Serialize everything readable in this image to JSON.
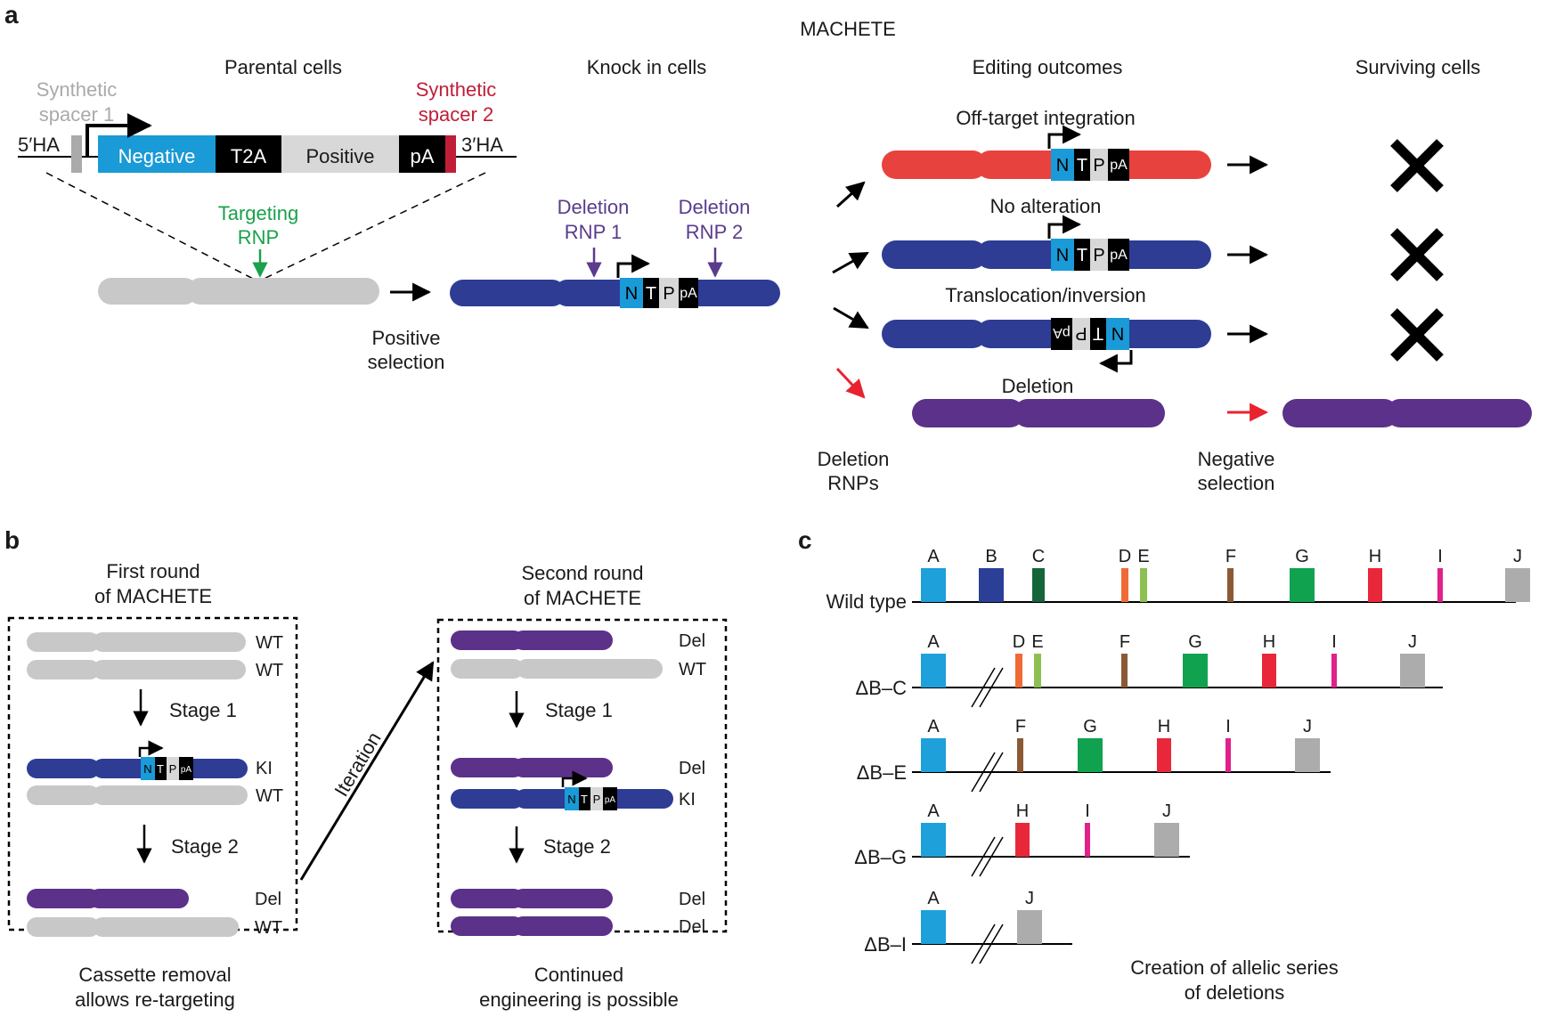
{
  "colors": {
    "gray": "#c8c8c8",
    "blue": "#2e3c94",
    "purple": "#5c3189",
    "red": "#e8423f",
    "cyan": "#1a9ad6",
    "green": "#1aa14a",
    "crimson": "#c01e37",
    "violet": "#5a3b8c"
  },
  "panel_a": {
    "letter": "a",
    "title": "MACHETE",
    "parental_cells": "Parental cells",
    "knock_in_cells": "Knock in cells",
    "editing_outcomes": "Editing outcomes",
    "surviving_cells": "Surviving cells",
    "synthetic_spacer_1": [
      "Synthetic",
      "spacer 1"
    ],
    "synthetic_spacer_2": [
      "Synthetic",
      "spacer 2"
    ],
    "ha5": "5′HA",
    "ha3": "3′HA",
    "negative": "Negative",
    "t2a": "T2A",
    "positive": "Positive",
    "pa": "pA",
    "targeting_rnp": [
      "Targeting",
      "RNP"
    ],
    "deletion_rnp_1": [
      "Deletion",
      "RNP 1"
    ],
    "deletion_rnp_2": [
      "Deletion",
      "RNP 2"
    ],
    "positive_selection": [
      "Positive",
      "selection"
    ],
    "off_target": "Off-target integration",
    "no_alteration": "No alteration",
    "translocation": "Translocation/inversion",
    "deletion": "Deletion",
    "deletion_rnps": [
      "Deletion",
      "RNPs"
    ],
    "negative_selection": [
      "Negative",
      "selection"
    ],
    "cassette_letters": [
      "N",
      "T",
      "P",
      "pA"
    ]
  },
  "panel_b": {
    "letter": "b",
    "first_round": [
      "First round",
      "of MACHETE"
    ],
    "second_round": [
      "Second round",
      "of MACHETE"
    ],
    "stage_1": "Stage 1",
    "stage_2": "Stage 2",
    "iteration": "Iteration",
    "wt": "WT",
    "ki": "KI",
    "del": "Del",
    "caption_left": [
      "Cassette removal",
      "allows re-targeting"
    ],
    "caption_right": [
      "Continued",
      "engineering is possible"
    ]
  },
  "panel_c": {
    "letter": "c",
    "caption": [
      "Creation of allelic series",
      "of deletions"
    ],
    "rows": [
      {
        "label": "Wild type",
        "genes": [
          "A",
          "B",
          "C",
          "D",
          "E",
          "F",
          "G",
          "H",
          "I",
          "J"
        ]
      },
      {
        "label": "ΔB–C",
        "genes": [
          "A",
          "D",
          "E",
          "F",
          "G",
          "H",
          "I",
          "J"
        ]
      },
      {
        "label": "ΔB–E",
        "genes": [
          "A",
          "F",
          "G",
          "H",
          "I",
          "J"
        ]
      },
      {
        "label": "ΔB–G",
        "genes": [
          "A",
          "H",
          "I",
          "J"
        ]
      },
      {
        "label": "ΔB–I",
        "genes": [
          "A",
          "J"
        ]
      }
    ],
    "gene_colors": {
      "A": "#1ea0da",
      "B": "#2b3f96",
      "C": "#14653a",
      "D": "#f06a35",
      "E": "#8cc152",
      "F": "#8b5a35",
      "G": "#10a24f",
      "H": "#e8283a",
      "I": "#e0218a",
      "J": "#acacac"
    }
  }
}
